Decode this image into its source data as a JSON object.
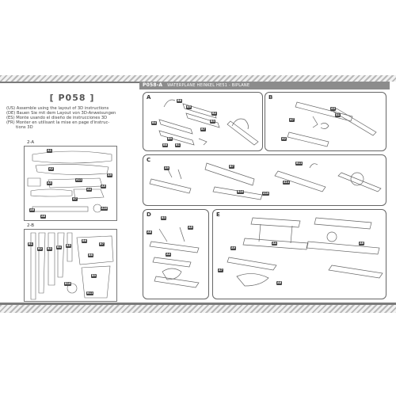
{
  "header": {
    "code": "P058-A",
    "title": "WATERPLANE HEINKEL HE51 - BIPLANE"
  },
  "product": {
    "code_box": "[ P058 ]"
  },
  "instructions": [
    "(US) Assemble using the layout of 3D instructions",
    "(DE) Bauen Sie mit dem Layout von 3D-Anweisungen",
    "(ES) Monte usando el diseño de instrucciones 3D",
    "(FR) Monter en utilisant la mise en page d'instruc-",
    "tions 3D"
  ],
  "sheets": [
    {
      "label": "2-A",
      "tags": [
        "A1",
        "A2",
        "A3",
        "A4",
        "A5",
        "A6",
        "A7",
        "A8",
        "A9",
        "A10",
        "A11"
      ]
    },
    {
      "label": "2-B",
      "tags": [
        "B1",
        "B2",
        "B3",
        "B4",
        "B5",
        "B6",
        "B7",
        "B8",
        "B9",
        "B10",
        "B11"
      ]
    }
  ],
  "panels": [
    {
      "label": "A",
      "tags": [
        "B6",
        "B5",
        "B2",
        "B3",
        "B7",
        "B4",
        "B8",
        "B9",
        "B1"
      ]
    },
    {
      "label": "B",
      "tags": [
        "A3",
        "A1",
        "A2",
        "A7"
      ]
    },
    {
      "label": "C",
      "tags": [
        "B10",
        "A9",
        "B11",
        "B7",
        "A10",
        "A11"
      ]
    },
    {
      "label": "D",
      "tags": [
        "B3",
        "A5",
        "A8",
        "A4"
      ]
    },
    {
      "label": "E",
      "tags": [
        "A9",
        "A7",
        "A4",
        "A8",
        "A6"
      ]
    }
  ]
}
